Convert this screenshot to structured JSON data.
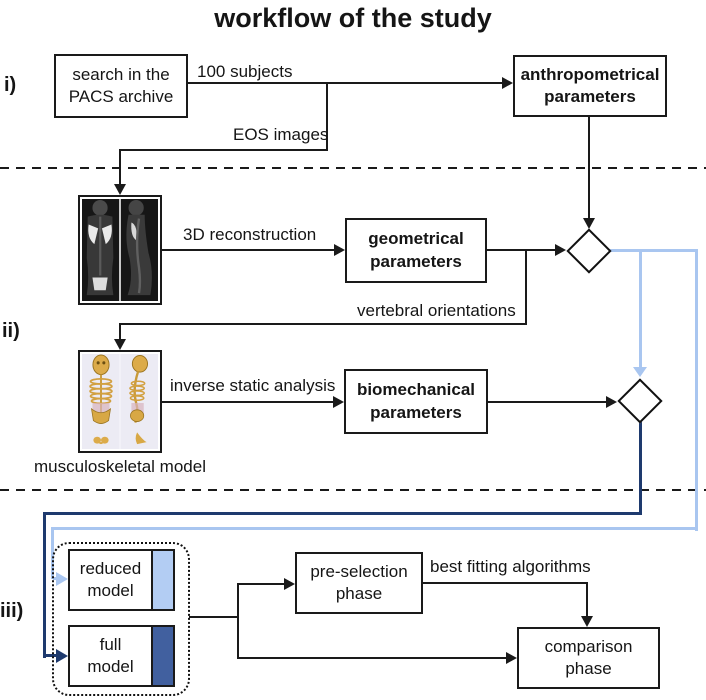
{
  "title": "workflow of the study",
  "phase_labels": {
    "i": "i)",
    "ii": "ii)",
    "iii": "iii)"
  },
  "nodes": {
    "search_pacs": "search in the\nPACS archive",
    "anthropometrical": "anthropometrical\nparameters",
    "geometrical": "geometrical\nparameters",
    "biomechanical": "biomechanical\nparameters",
    "pre_selection": "pre-selection\nphase",
    "comparison": "comparison\nphase",
    "reduced_model": "reduced\nmodel",
    "full_model": "full\nmodel"
  },
  "edge_labels": {
    "subjects": "100 subjects",
    "eos_images": "EOS images",
    "reconstruction": "3D reconstruction",
    "vertebral_orientations": "vertebral orientations",
    "inverse_static": "inverse static analysis",
    "best_fitting": "best fitting algorithms"
  },
  "captions": {
    "musculoskeletal_model": "musculoskeletal model"
  },
  "icons": {
    "eos_image": "biplanar-xray-radiograph",
    "model_image": "musculoskeletal-skeleton-render"
  },
  "colors": {
    "light_blue": "#a9c6f0",
    "dark_blue": "#1e3a6e",
    "light_blue_fill": "#b3cdf3",
    "dark_blue_fill": "#41609f"
  }
}
